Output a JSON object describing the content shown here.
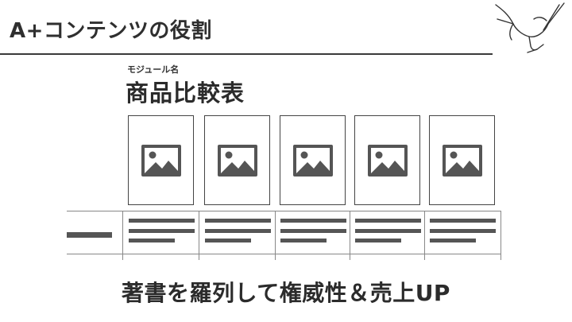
{
  "slide": {
    "title": "A+コンテンツの役割",
    "module_label": "モジュール名",
    "module_name": "商品比較表",
    "caption": "著書を羅列して権威性＆売上UP"
  },
  "icons": {
    "decoration": "hand-writing-with-pen-icon",
    "product_image": "image-placeholder-icon"
  },
  "colors": {
    "text": "#2b2b2b",
    "lines": "#444444",
    "bars": "#555555"
  }
}
